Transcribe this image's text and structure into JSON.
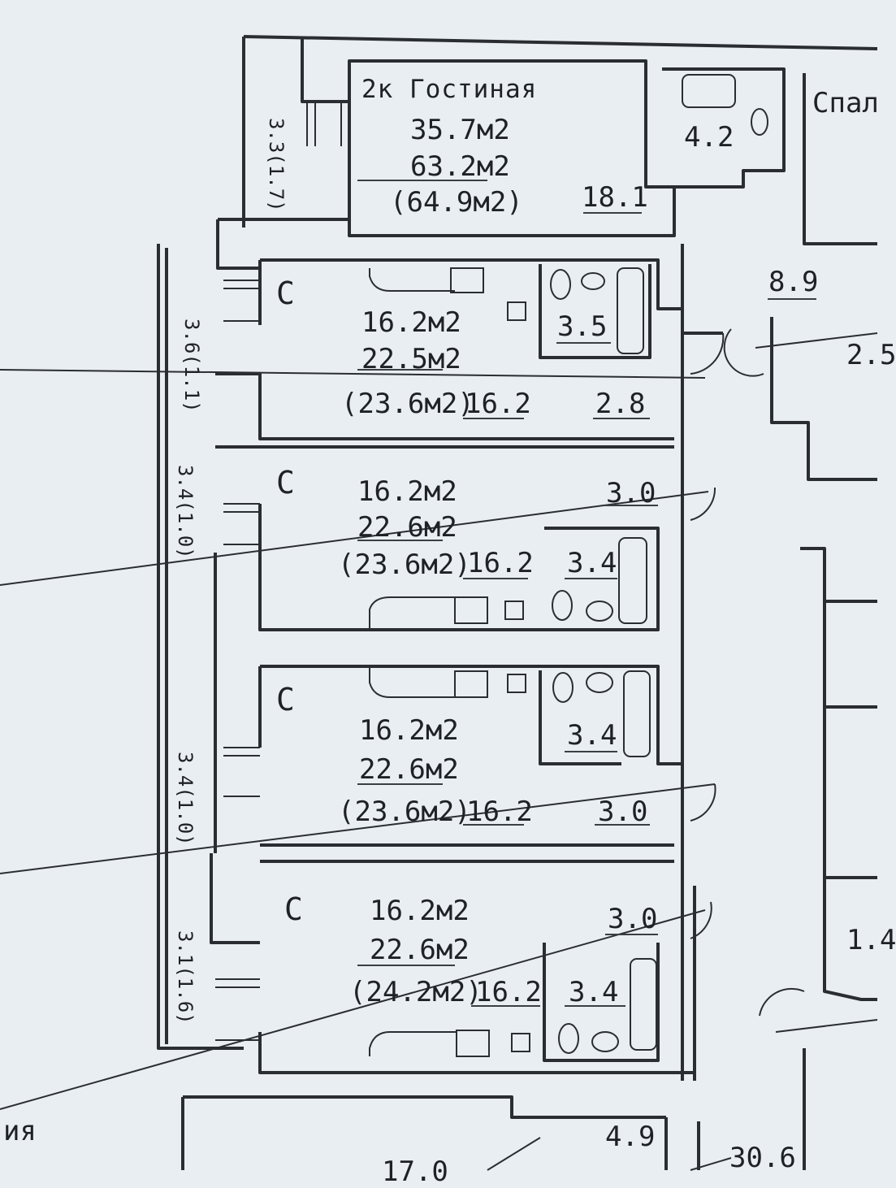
{
  "colors": {
    "paper": "#e9eef2",
    "ink": "#2a2e33",
    "shade": "#dfe5ea"
  },
  "top_unit": {
    "title": "2к Гостиная",
    "living": "35.7м2",
    "total": "63.2м2",
    "total_with_balcony": "(64.9м2)",
    "room_area": "18.1",
    "bath_area": "4.2",
    "bedroom_label": "Спал",
    "hall_area": "8.9",
    "balcony": "3.3(1.7)",
    "side_bath": "2.5"
  },
  "studios": [
    {
      "type_label": "С",
      "living": "16.2м2",
      "total": "22.5м2",
      "total_with_balcony": "(23.6м2)",
      "room_area": "16.2",
      "bath_area": "3.5",
      "hall_area": "2.8",
      "balcony": "3.6(1.1)"
    },
    {
      "type_label": "С",
      "living": "16.2м2",
      "total": "22.6м2",
      "total_with_balcony": "(23.6м2)",
      "room_area": "16.2",
      "bath_area": "3.4",
      "hall_area": "3.0",
      "balcony": "3.4(1.0)"
    },
    {
      "type_label": "С",
      "living": "16.2м2",
      "total": "22.6м2",
      "total_with_balcony": "(23.6м2)",
      "room_area": "16.2",
      "bath_area": "3.4",
      "hall_area": "3.0",
      "balcony": "3.4(1.0)"
    },
    {
      "type_label": "С",
      "living": "16.2м2",
      "total": "22.6м2",
      "total_with_balcony": "(24.2м2)",
      "room_area": "16.2",
      "bath_area": "3.4",
      "hall_area": "3.0",
      "balcony": "3.1(1.6)"
    }
  ],
  "bottom": {
    "left_cut_label": "ия",
    "area_a": "4.9",
    "area_b": "17.0",
    "area_c": "30.6",
    "right_area": "1.4"
  }
}
